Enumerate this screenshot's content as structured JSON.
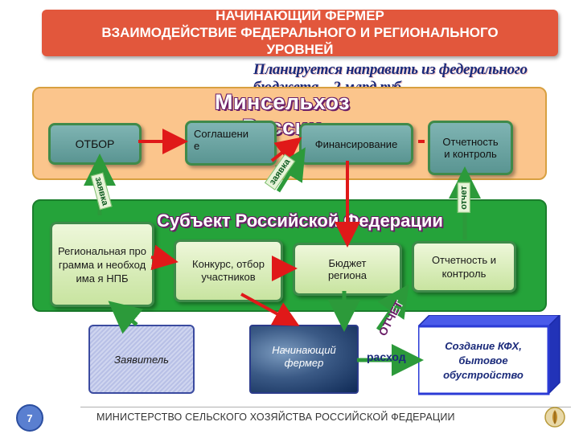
{
  "header": {
    "line1": "НАЧИНАЮЩИЙ ФЕРМЕР",
    "line2": "ВЗАИМОДЕЙСТВИЕ ФЕДЕРАЛЬНОГО И РЕГИОНАЛЬНОГО",
    "line3": "УРОВНЕЙ",
    "plan_note": "Планируется направить из федерального бюджета – 2 млрд.руб."
  },
  "federal": {
    "title": "Минсельхоз России",
    "select_label": "ОТБОР",
    "agreement_label": "Соглашение",
    "financing_label": "Финансирование",
    "reporting_label": "Отчетность и контроль"
  },
  "region": {
    "title": "Субъект Российской Федерации",
    "program_label": "Региональная программа и необходима я НПБ",
    "contest_label": "Конкурс, отбор участников",
    "budget_label": "Бюджет региона",
    "reporting_label": "Отчетность и контроль"
  },
  "participants": {
    "applicant_label": "Заявитель",
    "farmer_label": "Начинающий фермер",
    "outcome_label": "Создание КФХ, бытовое обустройство",
    "spend_label": "расход",
    "report_label": "ОТЧЕТ"
  },
  "arrow_labels": {
    "zayavka_left": "заявка",
    "zayavka_right": "заявка",
    "otchet_right": "отчет"
  },
  "footer": {
    "page_number": "7",
    "ministry_name": "МИНИСТЕРСТВО СЕЛЬСКОГО ХОЗЯЙСТВА РОССИЙСКОЙ ФЕДЕРАЦИИ"
  },
  "colors": {
    "title_bar": "#e2573c",
    "ministry_band": "#fbc58c",
    "subject_band": "#25a33a",
    "arrow_red": "#e01919",
    "arrow_green": "#2c9a3a",
    "outcome_box": "#2b3bd6"
  }
}
